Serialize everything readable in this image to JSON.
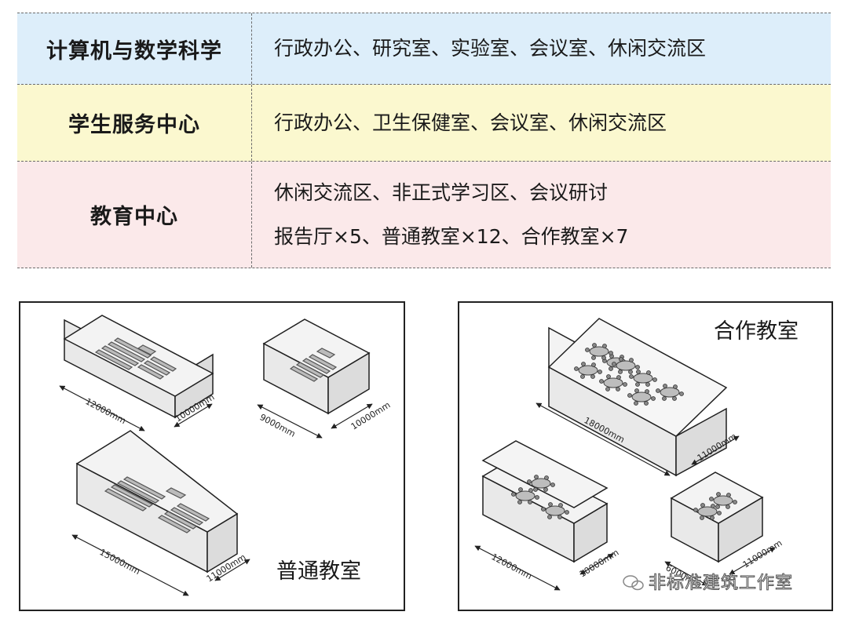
{
  "table": {
    "rows": [
      {
        "name": "计算机与数学科学",
        "lines": [
          "行政办公、研究室、实验室、会议室、休闲交流区"
        ]
      },
      {
        "name": "学生服务中心",
        "lines": [
          "行政办公、卫生保健室、会议室、休闲交流区"
        ]
      },
      {
        "name": "教育中心",
        "lines": [
          "休闲交流区、非正式学习区、会议研讨",
          "报告厅×5、普通教室×12、合作教室×7"
        ]
      }
    ]
  },
  "colors": {
    "row_blue": "#ddeefa",
    "row_yellow": "#fbf8cf",
    "row_pink": "#fbe9ea",
    "box_fill": "#ececec",
    "box_line": "#1f1f1f"
  },
  "left_panel": {
    "title": "普通教室",
    "dimensions": {
      "room_a_length": "12000mm",
      "room_a_width": "10000mm",
      "room_b_length": "9000mm",
      "room_b_width": "10000mm",
      "room_c_length": "15000mm",
      "room_c_width": "11000mm"
    }
  },
  "right_panel": {
    "title": "合作教室",
    "dimensions": {
      "room_a_length": "18000mm",
      "room_a_width": "11000mm",
      "room_b_length": "12000mm",
      "room_b_width": "10000mm",
      "room_c_length": "6000mm",
      "room_c_width": "11000mm"
    }
  },
  "watermark": "非标准建筑工作室"
}
